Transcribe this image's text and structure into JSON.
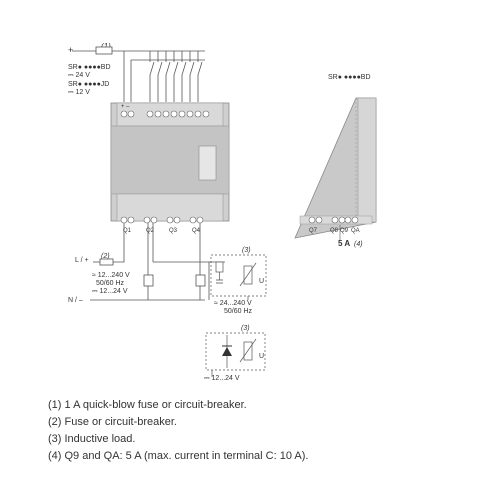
{
  "diagram": {
    "supply_top": {
      "plus": "+",
      "fuse_ref": "(1)",
      "line1_code": "SR● ●●●●BD",
      "line1_voltage": "⎓ 24 V",
      "line2_code": "SR● ●●●●JD",
      "line2_voltage": "⎓ 12 V",
      "terminal_marks": "+  –"
    },
    "output_terminals": [
      "Q1",
      "Q2",
      "Q3",
      "Q4"
    ],
    "side_view": {
      "code": "SR● ●●●●BD",
      "terminals": [
        "Q7",
        "Q8",
        "Q9",
        "QA"
      ],
      "rating": "5 A",
      "rating_ref": "(4)"
    },
    "output_supply": {
      "line": "L / +",
      "fuse_ref": "(2)",
      "voltage_ac": "≈ 12...240 V",
      "frequency": "50/60 Hz",
      "voltage_dc": "⎓ 12...24 V",
      "neutral": "N / –"
    },
    "load_ac": {
      "ref": "(3)",
      "u_label": "U",
      "voltage": "≈ 24...240 V",
      "frequency": "50/60 Hz"
    },
    "load_dc": {
      "ref": "(3)",
      "u_label": "U",
      "voltage": "⎓ 12...24 V"
    }
  },
  "notes": [
    "(1) 1 A quick-blow fuse or circuit-breaker.",
    "(2) Fuse or circuit-breaker.",
    "(3) Inductive load.",
    "(4) Q9 and QA: 5 A (max. current in terminal C: 10 A)."
  ]
}
